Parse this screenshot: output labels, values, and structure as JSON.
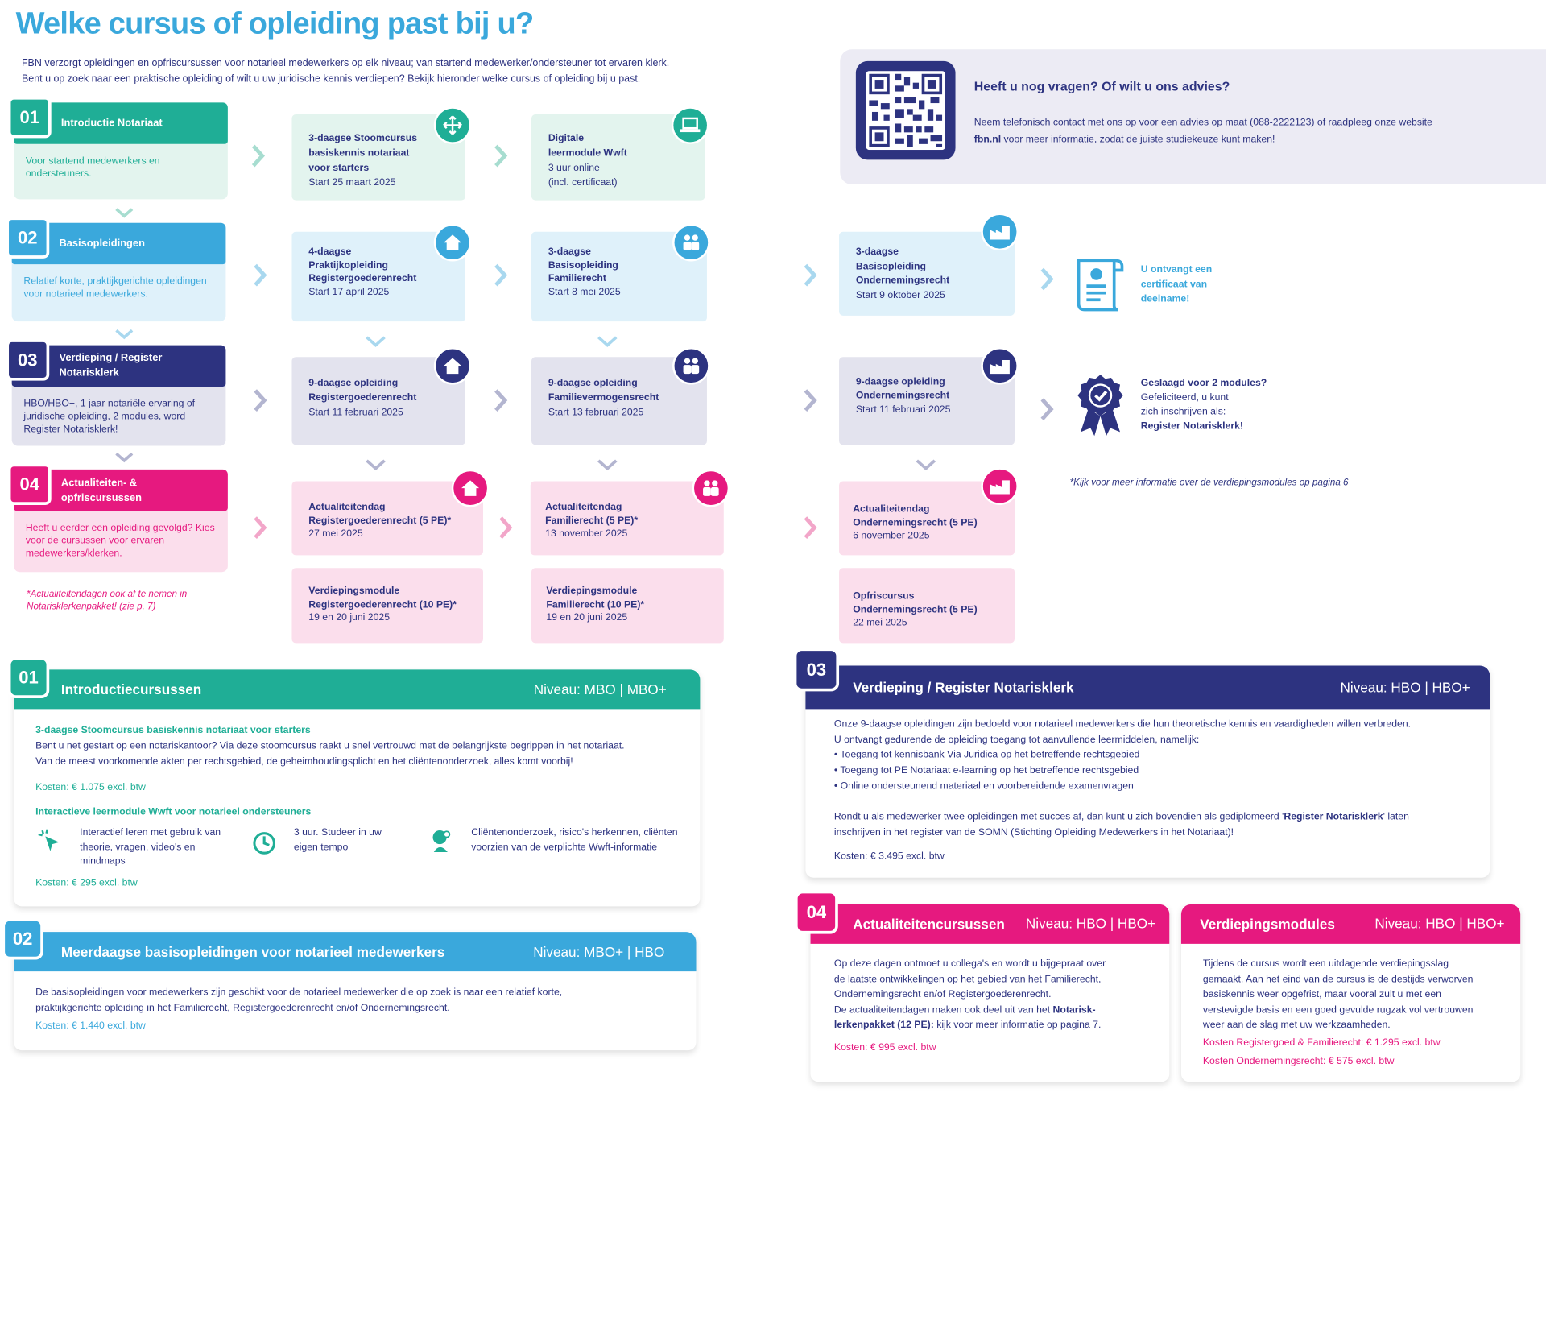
{
  "title": "Welke cursus of opleiding past bij u?",
  "intro": [
    "FBN verzorgt opleidingen en opfriscursussen voor notarieel medewerkers op elk niveau; van startend medewerker/ondersteuner tot ervaren klerk.",
    "Bent u op zoek naar een praktische opleiding of wilt u uw juridische kennis verdiepen? Bekijk hieronder welke cursus of opleiding bij u past."
  ],
  "questions": {
    "heading": "Heeft u nog vragen? Of wilt u ons advies?",
    "text_a": "Neem telefonisch contact met ons op voor een advies op maat (088-2222123) of raadpleeg onze website ",
    "link": "fbn.nl",
    "text_b": " voor meer informatie, zodat de juiste studiekeuze kunt maken!"
  },
  "categories": [
    {
      "num": "01",
      "name": "Introductie Notariaat",
      "desc": "Voor startend medewerkers en ondersteuners."
    },
    {
      "num": "02",
      "name": "Basisopleidingen",
      "desc": "Relatief korte, praktijkgerichte opleidingen voor notarieel medewerkers."
    },
    {
      "num": "03",
      "name": "Verdieping / Register Notarisklerk",
      "desc": "HBO/HBO+, 1 jaar notariële ervaring of juridische opleiding, 2 modules, word Register Notarisklerk!"
    },
    {
      "num": "04",
      "name": "Actualiteiten- & opfriscursussen",
      "desc": "Heeft u eerder een opleiding gevolgd? Kies voor de cursussen voor ervaren medewerkers/klerken."
    }
  ],
  "footnote_left": "*Actualiteitendagen ook af te nemen in Notarisklerkenpakket! (zie p. 7)",
  "courses": {
    "r1a": [
      "3-daagse Stoomcursus",
      "basiskennis notariaat",
      "voor starters",
      "Start 25 maart 2025"
    ],
    "r1b": [
      "Digitale",
      "leermodule Wwft",
      "3 uur online",
      "(incl. certificaat)"
    ],
    "r2a": [
      "4-daagse",
      "Praktijkopleiding",
      "Registergoederenrecht",
      "Start 17 april 2025"
    ],
    "r2b": [
      "3-daagse",
      "Basisopleiding",
      "Familierecht",
      "Start 8 mei 2025"
    ],
    "r2c": [
      "3-daagse",
      "Basisopleiding",
      "Ondernemingsrecht",
      "Start 9 oktober 2025"
    ],
    "r3a": [
      "9-daagse opleiding",
      "Registergoederenrecht",
      "Start 11 februari 2025"
    ],
    "r3b": [
      "9-daagse opleiding",
      "Familievermogensrecht",
      "Start 13 februari 2025"
    ],
    "r3c": [
      "9-daagse opleiding",
      "Ondernemingsrecht",
      "Start 11 februari 2025"
    ],
    "r4a": [
      "Actualiteitendag",
      "Registergoederenrecht (5 PE)*",
      "27 mei 2025"
    ],
    "r4b": [
      "Actualiteitendag",
      "Familierecht (5 PE)*",
      "13 november 2025"
    ],
    "r4c": [
      "Actualiteitendag",
      "Ondernemingsrecht (5 PE)",
      "6 november 2025"
    ],
    "r5a": [
      "Verdiepingsmodule",
      "Registergoederenrecht (10 PE)*",
      "19 en 20 juni 2025"
    ],
    "r5b": [
      "Verdiepingsmodule",
      "Familierecht (10 PE)*",
      "19 en 20 juni 2025"
    ],
    "r5c": [
      "Opfriscursus",
      "Ondernemingsrecht (5 PE)",
      "22 mei 2025"
    ]
  },
  "certificate": [
    "U ontvangt een",
    "certificaat van",
    "deelname!"
  ],
  "passed": {
    "l1": "Geslaagd voor 2 modules?",
    "l2": "Gefeliciteerd, u kunt",
    "l3": "zich inschrijven als:",
    "l4": "Register Notarisklerk!"
  },
  "footnote_right": "*Kijk voor meer informatie over de verdiepingsmodules op pagina 6",
  "sec1": {
    "num": "01",
    "title": "Introductiecursussen",
    "level": "Niveau: MBO | MBO+",
    "sub1": "3-daagse Stoomcursus basiskennis notariaat voor starters",
    "p1": "Bent u net gestart op een notariskantoor? Via deze stoomcursus raakt u snel vertrouwd met de belangrijkste begrippen in het notariaat.",
    "p2": "Van de meest voorkomende akten per rechtsgebied, de geheimhoudingsplicht en het cliëntenonderzoek, alles komt voorbij!",
    "cost1": "Kosten: € 1.075 excl. btw",
    "sub2": "Interactieve leermodule Wwft voor notarieel ondersteuners",
    "f1": "Interactief leren met gebruik van theorie, vragen, video's en mindmaps",
    "f2": "3 uur. Studeer in uw eigen tempo",
    "f3": "Cliëntenonderzoek, risico's herkennen, cliënten voorzien van de verplichte Wwft-informatie",
    "cost2": "Kosten: € 295 excl. btw"
  },
  "sec2": {
    "num": "02",
    "title": "Meerdaagse basisopleidingen voor notarieel medewerkers",
    "level": "Niveau: MBO+ | HBO",
    "p1": "De basisopleidingen voor medewerkers zijn geschikt voor de notarieel medewerker die op zoek is naar een relatief korte,",
    "p2": "praktijkgerichte opleiding in het Familierecht, Registergoederenrecht en/of Ondernemingsrecht.",
    "cost": "Kosten: € 1.440 excl. btw"
  },
  "sec3": {
    "num": "03",
    "title": "Verdieping / Register Notarisklerk",
    "level": "Niveau: HBO | HBO+",
    "p1": "Onze 9-daagse opleidingen zijn bedoeld voor notarieel medewerkers die hun theoretische kennis en vaardigheden willen verbreden.",
    "p2": "U ontvangt gedurende de opleiding toegang tot aanvullende leermiddelen, namelijk:",
    "b1": "• Toegang tot kennisbank Via Juridica op het betreffende rechtsgebied",
    "b2": "• Toegang tot PE Notariaat e-learning op het betreffende rechtsgebied",
    "b3": "• Online ondersteunend materiaal en voorbereidende examenvragen",
    "p3a": "Rondt u als medewerker twee opleidingen met succes af, dan kunt u zich bovendien als gediplomeerd '",
    "p3b": "Register Notarisklerk",
    "p3c": "' laten",
    "p4": "inschrijven in het register van de SOMN (Stichting Opleiding Medewerkers in het Notariaat)!",
    "cost": "Kosten: € 3.495 excl. btw"
  },
  "sec4": {
    "num": "04",
    "title": "Actualiteitencursussen",
    "level": "Niveau: HBO | HBO+",
    "l1": "Op deze dagen ontmoet u collega's en wordt u bijgepraat over",
    "l2": "de laatste ontwikkelingen op het gebied van het Familierecht,",
    "l3": "Ondernemingsrecht en/of Registergoederenrecht.",
    "l4a": "De actualiteitendagen maken ook deel uit van het ",
    "l4b": "Notarisk-",
    "l5a": "lerkenpakket (12 PE):",
    "l5b": "  kijk voor meer informatie op pagina 7.",
    "cost": "Kosten: € 995 excl. btw"
  },
  "sec5": {
    "title": "Verdiepingsmodules",
    "level": "Niveau: HBO | HBO+",
    "l1": "Tijdens de cursus wordt een uitdagende verdiepingsslag",
    "l2": "gemaakt. Aan het eind van de cursus is de destijds verworven",
    "l3": "basiskennis weer opgefrist, maar vooral zult u met een",
    "l4": "verstevigde basis en een goed gevulde rugzak vol vertrouwen",
    "l5": "weer aan de slag met uw werkzaamheden.",
    "cost1": "Kosten Registergoed & Familierecht: € 1.295 excl. btw",
    "cost2": "Kosten Ondernemingsrecht: € 575 excl. btw"
  },
  "colors": {
    "teal": "#1fae96",
    "blue": "#3aa8dc",
    "navy": "#2d3380",
    "pink": "#e6197f",
    "light_teal": "#e3f4ee",
    "light_blue": "#dff1fa",
    "light_navy": "#e3e3ee",
    "light_pink": "#fbdeec"
  }
}
